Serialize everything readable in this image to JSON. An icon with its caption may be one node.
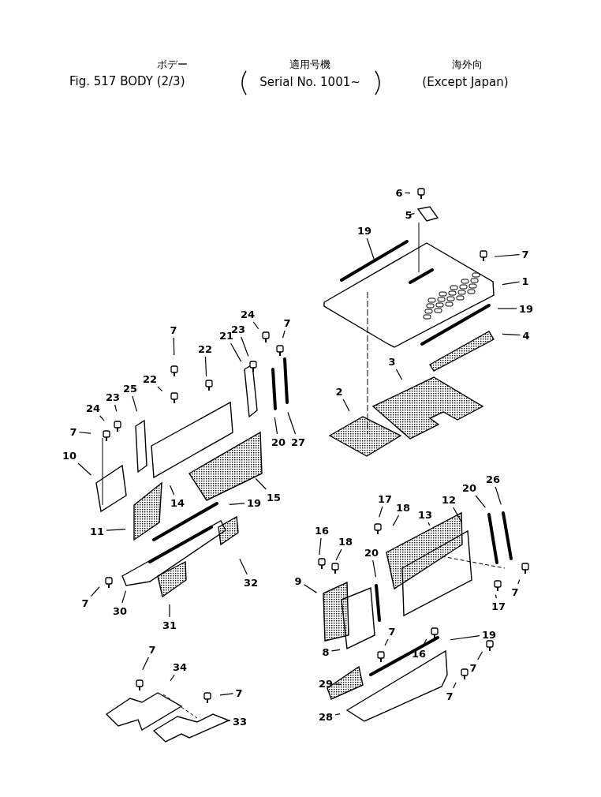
{
  "diagram": {
    "title": "Fig. 517 BODY (2/3)",
    "nodes": [
      {
        "text": [
          "6"
        ]
      },
      {
        "text": [
          "5"
        ]
      },
      {
        "text": [
          "19"
        ]
      },
      {
        "text": [
          "7"
        ]
      },
      {
        "text": [
          "1"
        ]
      },
      {
        "text": [
          "19"
        ]
      },
      {
        "text": [
          "4"
        ]
      },
      {
        "text": [
          "3"
        ]
      },
      {
        "text": [
          "2"
        ]
      },
      {
        "text": [
          "7"
        ]
      },
      {
        "text": [
          "22"
        ]
      },
      {
        "text": [
          "22"
        ]
      },
      {
        "text": [
          "21"
        ]
      },
      {
        "text": [
          "23"
        ]
      },
      {
        "text": [
          "24"
        ]
      },
      {
        "text": [
          "7"
        ]
      },
      {
        "text": [
          "25"
        ]
      },
      {
        "text": [
          "23"
        ]
      },
      {
        "text": [
          "24"
        ]
      },
      {
        "text": [
          "7"
        ]
      },
      {
        "text": [
          "10"
        ]
      },
      {
        "text": [
          "14"
        ]
      },
      {
        "text": [
          "15"
        ]
      },
      {
        "text": [
          "20"
        ]
      },
      {
        "text": [
          "27"
        ]
      },
      {
        "text": [
          "19"
        ]
      },
      {
        "text": [
          "11"
        ]
      },
      {
        "text": [
          "32"
        ]
      },
      {
        "text": [
          "7"
        ]
      },
      {
        "text": [
          "30"
        ]
      },
      {
        "text": [
          "31"
        ]
      },
      {
        "text": [
          "17"
        ]
      },
      {
        "text": [
          "18"
        ]
      },
      {
        "text": [
          "13"
        ]
      },
      {
        "text": [
          "12"
        ]
      },
      {
        "text": [
          "20"
        ]
      },
      {
        "text": [
          "26"
        ]
      },
      {
        "text": [
          "16"
        ]
      },
      {
        "text": [
          "18"
        ]
      },
      {
        "text": [
          "20"
        ]
      },
      {
        "text": [
          "9"
        ]
      },
      {
        "text": [
          "7"
        ]
      },
      {
        "text": [
          "17"
        ]
      },
      {
        "text": [
          "16"
        ]
      },
      {
        "text": [
          "19"
        ]
      },
      {
        "text": [
          "7"
        ]
      },
      {
        "text": [
          "7"
        ]
      },
      {
        "text": [
          "8"
        ]
      },
      {
        "text": [
          "29"
        ]
      },
      {
        "text": [
          "7"
        ]
      },
      {
        "text": [
          "28"
        ]
      },
      {
        "text": [
          "7"
        ]
      },
      {
        "text": [
          "34"
        ]
      },
      {
        "text": [
          "7"
        ]
      },
      {
        "text": [
          "33"
        ]
      }
    ],
    "edges": [
      {
        "from": 0,
        "to": null,
        "arrow": "none"
      },
      {
        "from": 1,
        "to": null,
        "arrow": "none"
      },
      {
        "from": 2,
        "to": null,
        "arrow": "none"
      },
      {
        "from": 3,
        "to": null,
        "arrow": "none"
      },
      {
        "from": 4,
        "to": null,
        "arrow": "none"
      },
      {
        "from": 5,
        "to": null,
        "arrow": "none"
      },
      {
        "from": 6,
        "to": null,
        "arrow": "none"
      },
      {
        "from": 7,
        "to": null,
        "arrow": "none"
      },
      {
        "from": 8,
        "to": null,
        "arrow": "none"
      },
      {
        "from": 9,
        "to": null,
        "arrow": "none"
      },
      {
        "from": 10,
        "to": null,
        "arrow": "none"
      },
      {
        "from": 11,
        "to": null,
        "arrow": "none"
      },
      {
        "from": 12,
        "to": null,
        "arrow": "none"
      },
      {
        "from": 13,
        "to": null,
        "arrow": "none"
      },
      {
        "from": 14,
        "to": null,
        "arrow": "none"
      },
      {
        "from": 15,
        "to": null,
        "arrow": "none"
      },
      {
        "from": 16,
        "to": null,
        "arrow": "none"
      },
      {
        "from": 17,
        "to": null,
        "arrow": "none"
      },
      {
        "from": 18,
        "to": null,
        "arrow": "none"
      },
      {
        "from": 19,
        "to": null,
        "arrow": "none"
      },
      {
        "from": 20,
        "to": null,
        "arrow": "none"
      },
      {
        "from": 21,
        "to": null,
        "arrow": "none"
      },
      {
        "from": 22,
        "to": null,
        "arrow": "none"
      },
      {
        "from": 23,
        "to": null,
        "arrow": "none"
      },
      {
        "from": 24,
        "to": null,
        "arrow": "none"
      },
      {
        "from": 25,
        "to": null,
        "arrow": "none"
      },
      {
        "from": 26,
        "to": null,
        "arrow": "none"
      },
      {
        "from": 27,
        "to": null,
        "arrow": "none"
      },
      {
        "from": 28,
        "to": null,
        "arrow": "none"
      },
      {
        "from": 29,
        "to": null,
        "arrow": "none"
      },
      {
        "from": 30,
        "to": null,
        "arrow": "none"
      },
      {
        "from": 31,
        "to": null,
        "arrow": "none"
      },
      {
        "from": 32,
        "to": null,
        "arrow": "none"
      },
      {
        "from": 33,
        "to": null,
        "arrow": "none"
      },
      {
        "from": 34,
        "to": null,
        "arrow": "none"
      },
      {
        "from": 35,
        "to": null,
        "arrow": "none"
      },
      {
        "from": 36,
        "to": null,
        "arrow": "none"
      },
      {
        "from": 37,
        "to": null,
        "arrow": "none"
      },
      {
        "from": 38,
        "to": null,
        "arrow": "none"
      },
      {
        "from": 39,
        "to": null,
        "arrow": "none"
      },
      {
        "from": 40,
        "to": null,
        "arrow": "none"
      },
      {
        "from": 41,
        "to": null,
        "arrow": "none"
      },
      {
        "from": 42,
        "to": null,
        "arrow": "none"
      },
      {
        "from": 43,
        "to": null,
        "arrow": "none"
      },
      {
        "from": 44,
        "to": null,
        "arrow": "none"
      },
      {
        "from": 45,
        "to": null,
        "arrow": "none"
      },
      {
        "from": 46,
        "to": null,
        "arrow": "none"
      },
      {
        "from": 47,
        "to": null,
        "arrow": "none"
      },
      {
        "from": 48,
        "to": null,
        "arrow": "none"
      },
      {
        "from": 49,
        "to": null,
        "arrow": "none"
      },
      {
        "from": 50,
        "to": null,
        "arrow": "none"
      },
      {
        "from": 51,
        "to": null,
        "arrow": "none"
      },
      {
        "from": 52,
        "to": null,
        "arrow": "none"
      },
      {
        "from": 53,
        "to": null,
        "arrow": "none"
      },
      {
        "from": 54,
        "to": null,
        "arrow": "none"
      }
    ],
    "labels": [
      "ボデー",
      "適用号機",
      "Serial No. 1001~",
      "海外向",
      "(Except Japan)"
    ]
  }
}
